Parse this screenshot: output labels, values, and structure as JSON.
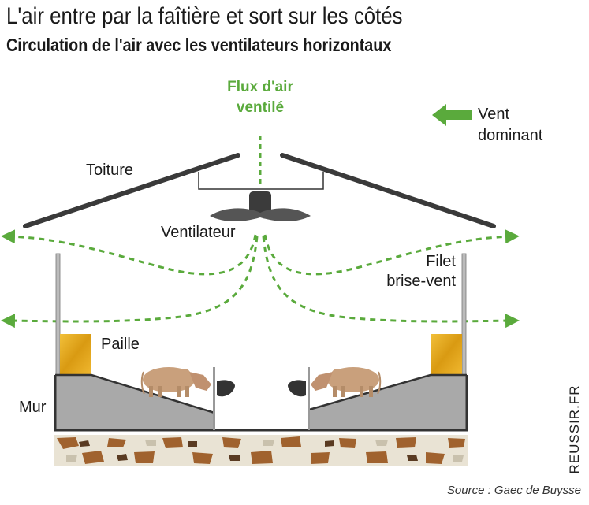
{
  "title": "L'air entre par la faîtière et sort sur les côtés",
  "subtitle": "Circulation de l'air avec les ventilateurs horizontaux",
  "labels": {
    "flux_line1": "Flux d'air",
    "flux_line2": "ventilé",
    "vent_line1": "Vent",
    "vent_line2": "dominant",
    "toiture": "Toiture",
    "ventilateur": "Ventilateur",
    "filet_line1": "Filet",
    "filet_line2": "brise-vent",
    "paille": "Paille",
    "mur": "Mur"
  },
  "source": "Source : Gaec de Buysse",
  "brand": "REUSSIR.FR",
  "colors": {
    "airflow": "#5aaa3c",
    "roof": "#3a3a3a",
    "floor_slope": "#a9a9a9",
    "straw": "#e0a820",
    "cow": "#c9a07c",
    "stone": "#a0622e"
  }
}
